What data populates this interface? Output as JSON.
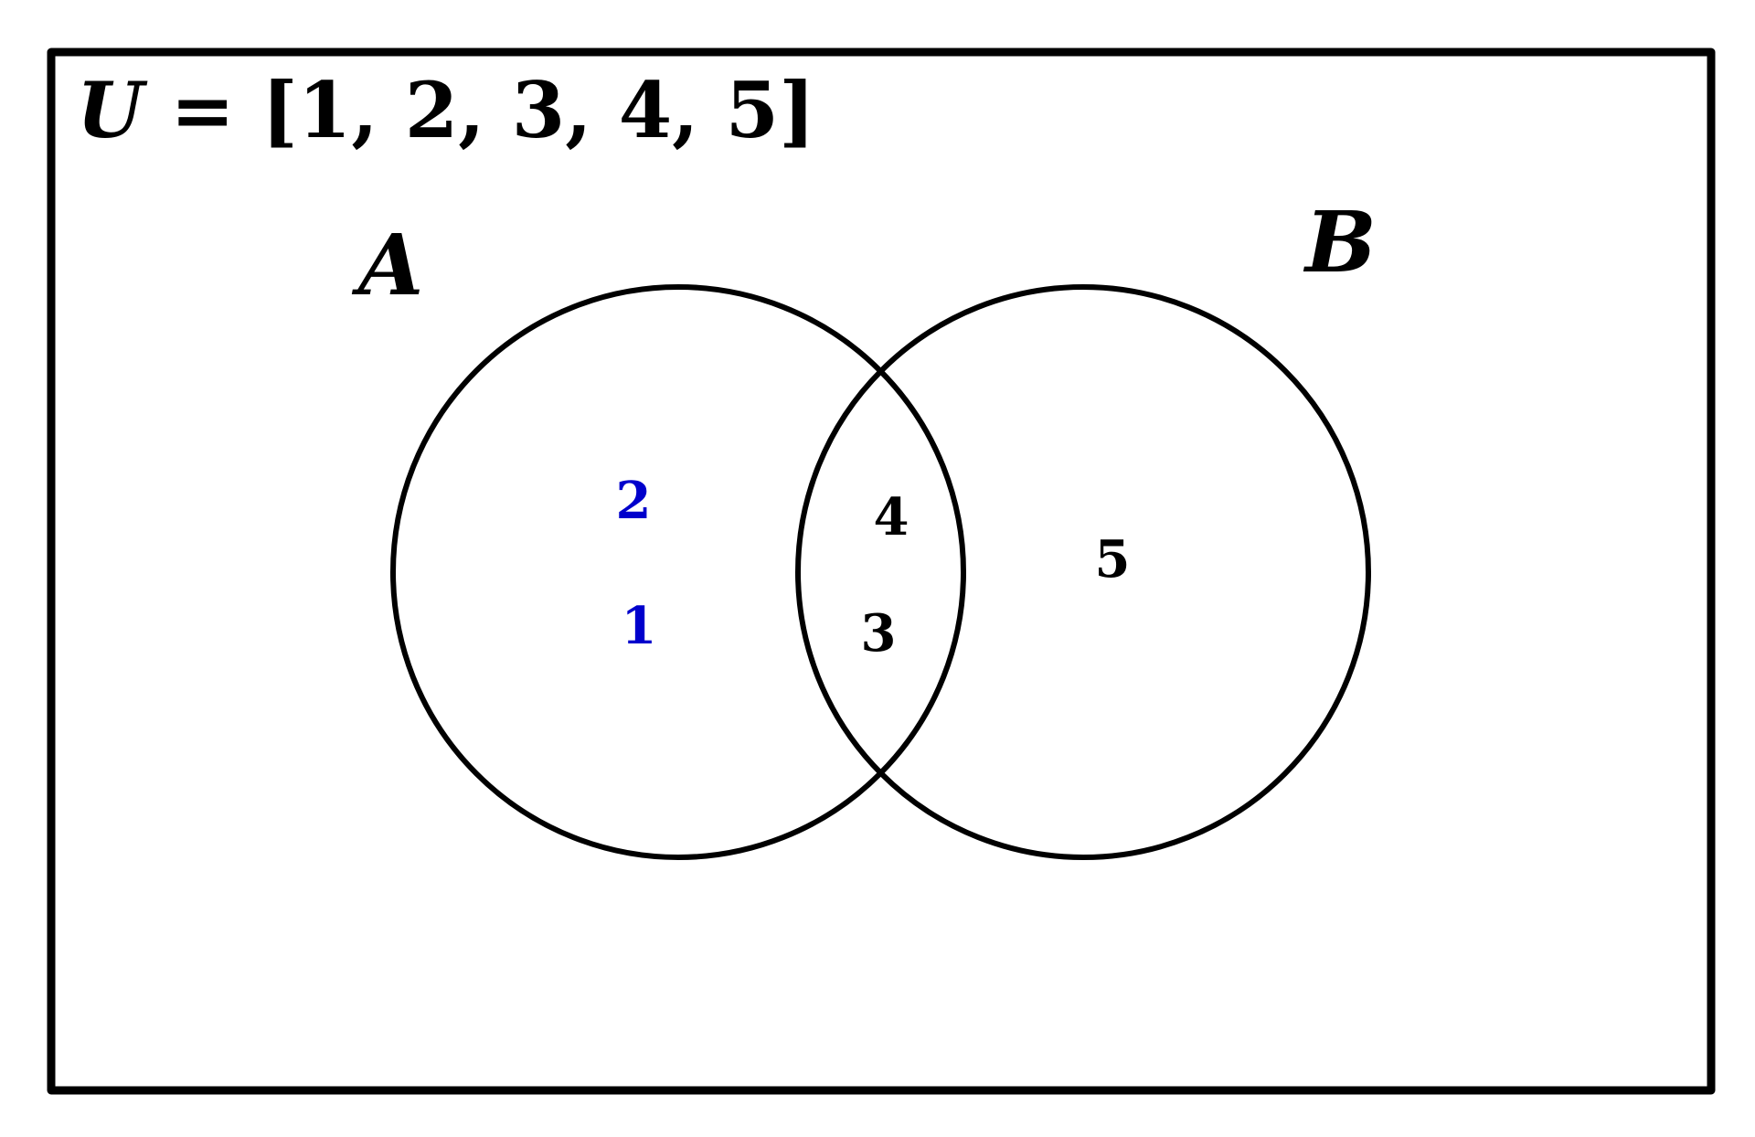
{
  "universe": {
    "symbol": "U",
    "equals": " = ",
    "elements_text": "[1, 2, 3, 4, 5]"
  },
  "sets": [
    {
      "label": "A"
    },
    {
      "label": "B"
    }
  ],
  "regions": {
    "only_a": [
      "2",
      "1"
    ],
    "a_and_b": [
      "4",
      "3"
    ],
    "only_b": [
      "5"
    ]
  },
  "colors": {
    "outline": "#000000",
    "only_a_elements": "#0000cc",
    "other_elements": "#000000"
  }
}
